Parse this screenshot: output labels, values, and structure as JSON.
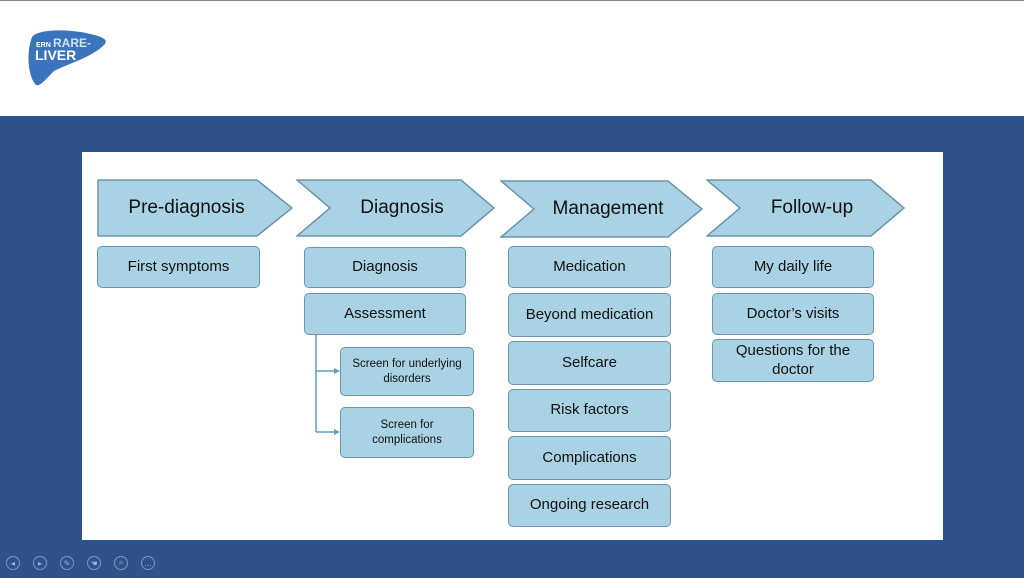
{
  "logo": {
    "line1": "ERN",
    "line2": "RARE-",
    "line3": "LIVER"
  },
  "colors": {
    "stage_bg": "#30528a",
    "box_fill": "#a9d2e4",
    "box_border": "#6d94ab",
    "connector": "#5aa0c4"
  },
  "stages": [
    {
      "label": "Pre-diagnosis"
    },
    {
      "label": "Diagnosis"
    },
    {
      "label": "Management"
    },
    {
      "label": "Follow-up"
    }
  ],
  "pre_diagnosis": {
    "items": [
      "First symptoms"
    ]
  },
  "diagnosis": {
    "items": [
      "Diagnosis",
      "Assessment"
    ],
    "sub_items": [
      "Screen for underlying disorders",
      "Screen for complications"
    ]
  },
  "management": {
    "items": [
      "Medication",
      "Beyond medication",
      "Selfcare",
      "Risk factors",
      "Complications",
      "Ongoing research"
    ]
  },
  "follow_up": {
    "items": [
      "My daily life",
      "Doctor’s visits",
      "Questions for the doctor"
    ]
  },
  "controls": [
    {
      "icon": "previous-slide-icon",
      "glyph": "◂"
    },
    {
      "icon": "next-slide-icon",
      "glyph": "▸"
    },
    {
      "icon": "pen-icon",
      "glyph": "✎"
    },
    {
      "icon": "pointer-icon",
      "glyph": "☚"
    },
    {
      "icon": "zoom-icon",
      "glyph": "⌕"
    },
    {
      "icon": "more-options-icon",
      "glyph": "…"
    }
  ]
}
